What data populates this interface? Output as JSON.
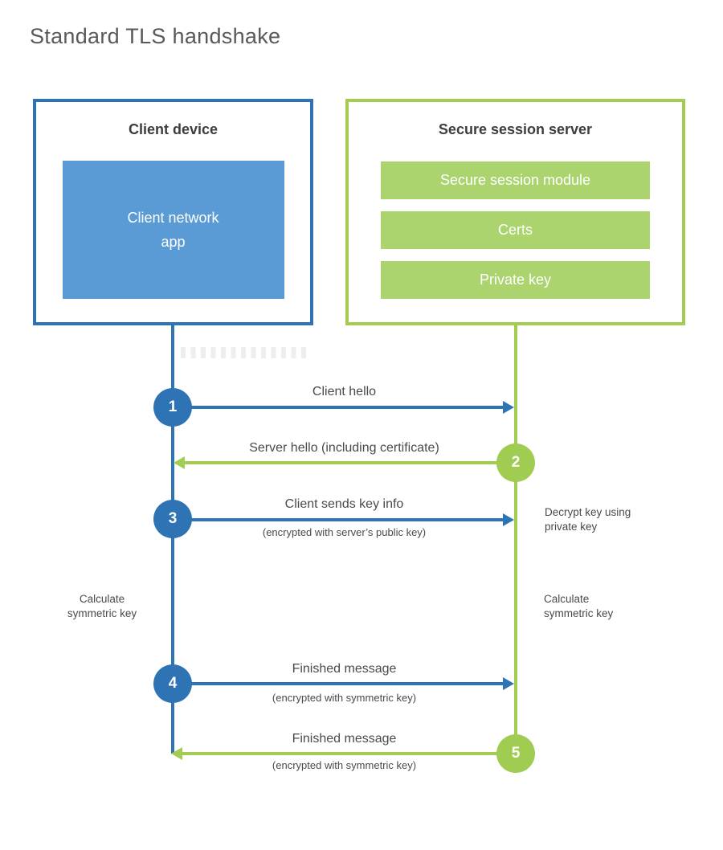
{
  "page": {
    "title": "Standard TLS handshake"
  },
  "colors": {
    "blue": "#2e74b5",
    "blue_fill": "#5b9bd5",
    "green": "#a3cc52",
    "green_fill": "#abd36e",
    "heading_text": "#3d3d3d",
    "label_text": "#4a4a4a",
    "title_gray": "#595959",
    "white": "#ffffff"
  },
  "client_box": {
    "title": "Client device",
    "app_label": "Client network\napp"
  },
  "server_box": {
    "title": "Secure session server",
    "modules": [
      "Secure session module",
      "Certs",
      "Private key"
    ]
  },
  "steps": [
    {
      "number": "1",
      "label": "Client hello",
      "sub": "",
      "direction": "right",
      "from": "client",
      "to": "server"
    },
    {
      "number": "2",
      "label": "Server hello (including certificate)",
      "sub": "",
      "direction": "left",
      "from": "server",
      "to": "client"
    },
    {
      "number": "3",
      "label": "Client sends key info",
      "sub": "(encrypted with server’s public key)",
      "direction": "right",
      "from": "client",
      "to": "server"
    },
    {
      "number": "4",
      "label": "Finished message",
      "sub": "(encrypted with symmetric key)",
      "direction": "right",
      "from": "client",
      "to": "server"
    },
    {
      "number": "5",
      "label": "Finished message",
      "sub": "(encrypted with symmetric key)",
      "direction": "left",
      "from": "server",
      "to": "client"
    }
  ],
  "annotations": {
    "decrypt_note": "Decrypt key using\nprivate key",
    "calc_left": "Calculate\nsymmetric key",
    "calc_right": "Calculate\nsymmetric key"
  }
}
